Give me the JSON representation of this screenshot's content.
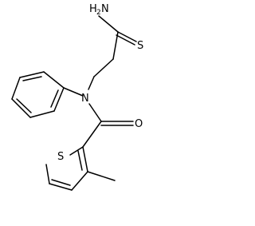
{
  "structure": {
    "atoms": {
      "amine_N": {
        "label": "H",
        "sub": "2",
        "tail": "N"
      },
      "thione_S": {
        "label": "S"
      },
      "amide_N": {
        "label": "N"
      },
      "carbonyl_O": {
        "label": "O"
      },
      "thiophene_S": {
        "label": "S"
      }
    }
  },
  "colors": {
    "bond": "#000000",
    "background": "#ffffff"
  }
}
